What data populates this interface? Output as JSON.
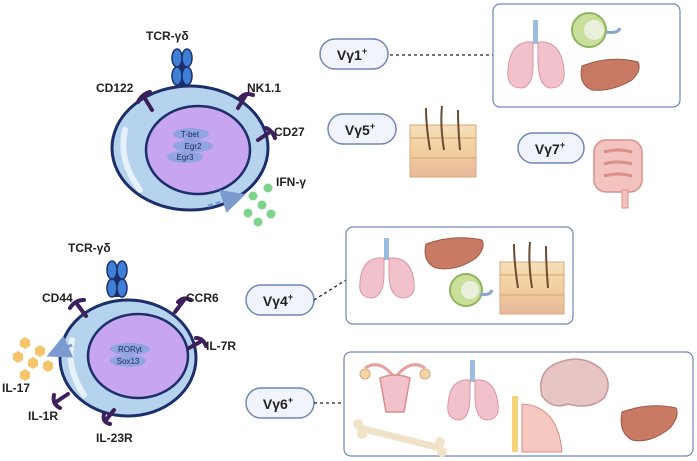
{
  "cell_top": {
    "receptor": "TCR-γδ",
    "markers": [
      "CD122",
      "NK1.1",
      "CD27"
    ],
    "factors": [
      "T-bet",
      "Egr2",
      "Egr3"
    ],
    "cytokine": "IFN-γ"
  },
  "cell_bottom": {
    "receptor": "TCR-γδ",
    "markers": [
      "CD44",
      "CCR6",
      "IL-7R",
      "IL-1R",
      "IL-23R"
    ],
    "factors": [
      "RORγt",
      "Sox13"
    ],
    "cytokine": "IL-17"
  },
  "subsets": [
    {
      "id": "vg1",
      "label": "Vγ1",
      "sup": "+",
      "tissues": [
        "lung",
        "lymph-node",
        "liver"
      ]
    },
    {
      "id": "vg5",
      "label": "Vγ5",
      "sup": "+",
      "tissues": [
        "skin"
      ]
    },
    {
      "id": "vg7",
      "label": "Vγ7",
      "sup": "+",
      "tissues": [
        "intestine"
      ]
    },
    {
      "id": "vg4",
      "label": "Vγ4",
      "sup": "+",
      "tissues": [
        "lung",
        "liver",
        "lymph-node",
        "skin"
      ]
    },
    {
      "id": "vg6",
      "label": "Vγ6",
      "sup": "+",
      "tissues": [
        "uterus",
        "lung",
        "brain",
        "bone",
        "dermis",
        "liver"
      ]
    }
  ],
  "colors": {
    "cell_outer": "#b6d3ee",
    "cell_stroke": "#1c2f6b",
    "nucleus": "#c7a6ef",
    "factor_ellipse": "#8fa4e0",
    "receptor": "#3f7fd6",
    "marker": "#3d1f5c",
    "ifn_dots": "#7fd38a",
    "il17_dots": "#f6c56b",
    "arrow": "#7a9ad0",
    "panel_border": "#6f86b8"
  }
}
